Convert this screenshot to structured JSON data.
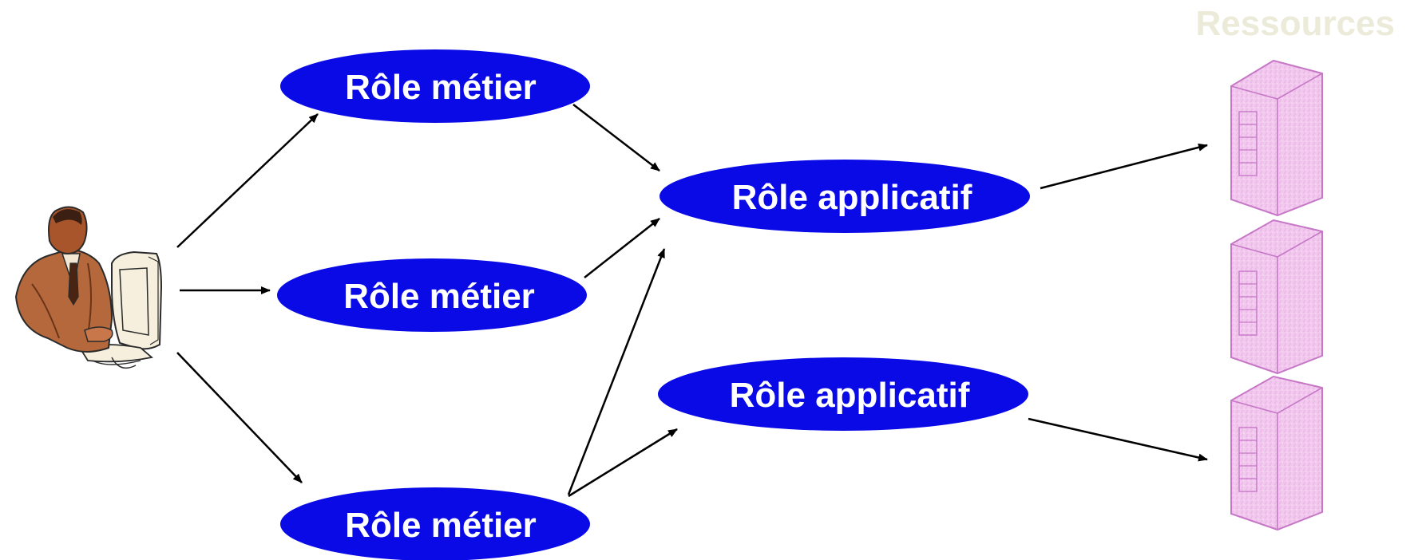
{
  "colors": {
    "node_fill": "#0a0ae6",
    "node_text": "#ffffff",
    "arrow": "#000000",
    "resources_title": "#ecead8",
    "server_fill": "#f2c8ef",
    "server_stroke": "#c678c6"
  },
  "resources_title": "Ressources",
  "user": {
    "icon": "person-at-computer-icon"
  },
  "business_roles": [
    {
      "label": "Rôle métier"
    },
    {
      "label": "Rôle métier"
    },
    {
      "label": "Rôle métier"
    }
  ],
  "application_roles": [
    {
      "label": "Rôle applicatif"
    },
    {
      "label": "Rôle applicatif"
    }
  ],
  "resources": [
    {
      "icon": "server-icon"
    },
    {
      "icon": "server-icon"
    },
    {
      "icon": "server-icon"
    }
  ]
}
